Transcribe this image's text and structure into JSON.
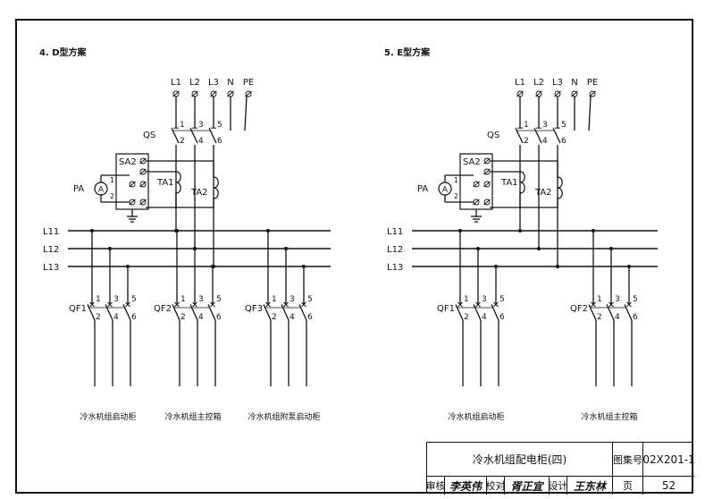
{
  "diagram_d": {
    "title": "4. D型方案",
    "phases": [
      "L1",
      "L2",
      "L3",
      "N",
      "PE"
    ],
    "qs": "QS",
    "sa2": "SA2",
    "ta1": "TA1",
    "ta2": "TA2",
    "pa": "PA",
    "ammeter": "A",
    "pa_terminals": [
      "1",
      "2"
    ],
    "buses": [
      "L11",
      "L12",
      "L13"
    ],
    "breakers": [
      {
        "label": "QF1",
        "caption": "冷水机组启动柜"
      },
      {
        "label": "QF2",
        "caption": "冷水机组主控箱"
      },
      {
        "label": "QF3",
        "caption": "冷水机组附泵启动柜"
      }
    ]
  },
  "diagram_e": {
    "title": "5. E型方案",
    "phases": [
      "L1",
      "L2",
      "L3",
      "N",
      "PE"
    ],
    "qs": "QS",
    "sa2": "SA2",
    "ta1": "TA1",
    "ta2": "TA2",
    "pa": "PA",
    "ammeter": "A",
    "pa_terminals": [
      "1",
      "2"
    ],
    "buses": [
      "L11",
      "L12",
      "L13"
    ],
    "breakers": [
      {
        "label": "QF1",
        "caption": "冷水机组启动柜"
      },
      {
        "label": "QF2",
        "caption": "冷水机组主控箱"
      }
    ]
  },
  "pole_numbers": {
    "top": [
      "1",
      "3",
      "5"
    ],
    "bottom": [
      "2",
      "4",
      "6"
    ]
  },
  "title_block": {
    "drawing_title": "冷水机组配电柜(四)",
    "atlas_label": "图集号",
    "atlas_number": "02X201-1",
    "review_label": "审核",
    "reviewer_sig": "李英伟",
    "check_label": "校对",
    "checker_sig": "胥正宜",
    "design_label": "设计",
    "designer_sig": "王东林",
    "page_label": "页",
    "page_number": "52"
  }
}
